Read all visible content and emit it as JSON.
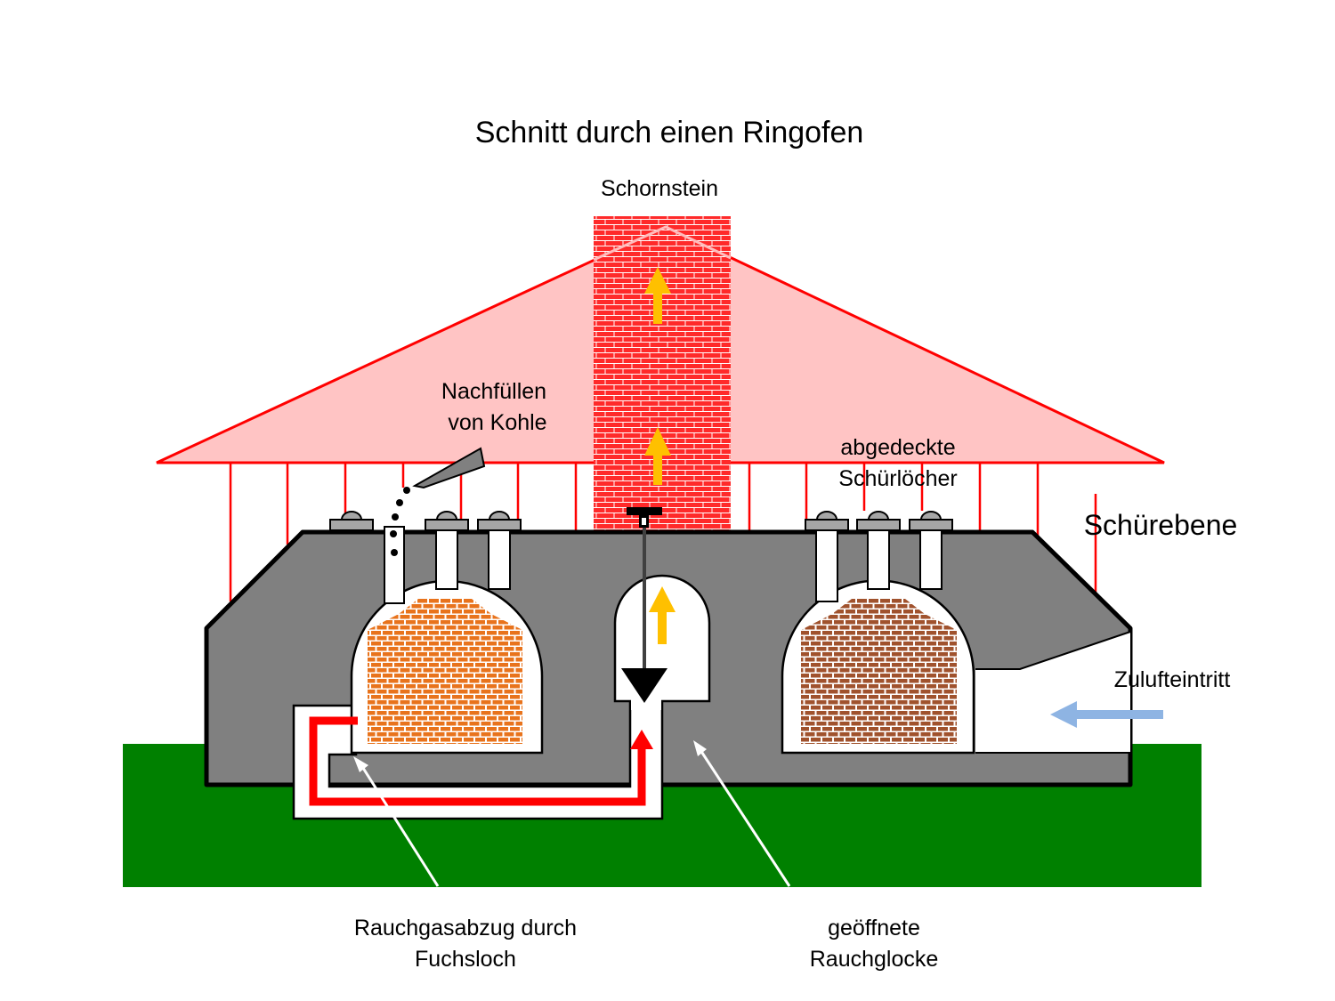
{
  "title": "Schnitt durch einen Ringofen",
  "labels": {
    "chimney": "Schornstein",
    "refill_line1": "Nachfüllen",
    "refill_line2": "von Kohle",
    "covered_line1": "abgedeckte",
    "covered_line2": "Schürlöcher",
    "stoking_level": "Schürebene",
    "air_inlet": "Zulufteintritt",
    "flue_line1": "Rauchgasabzug durch",
    "flue_line2": "Fuchsloch",
    "bell_line1": "geöffnete",
    "bell_line2": "Rauchglocke"
  },
  "colors": {
    "roof_fill": "#ffc4c4",
    "roof_line": "#ff0000",
    "chimney_brick": "#ff2020",
    "kiln_body": "#808080",
    "ground": "#008000",
    "brick_hot": "#e8731c",
    "brick_cool": "#a0522d",
    "flow_arrow": "#ffc000",
    "flue_arrow": "#ff0000",
    "air_arrow": "#8eb4e3"
  }
}
